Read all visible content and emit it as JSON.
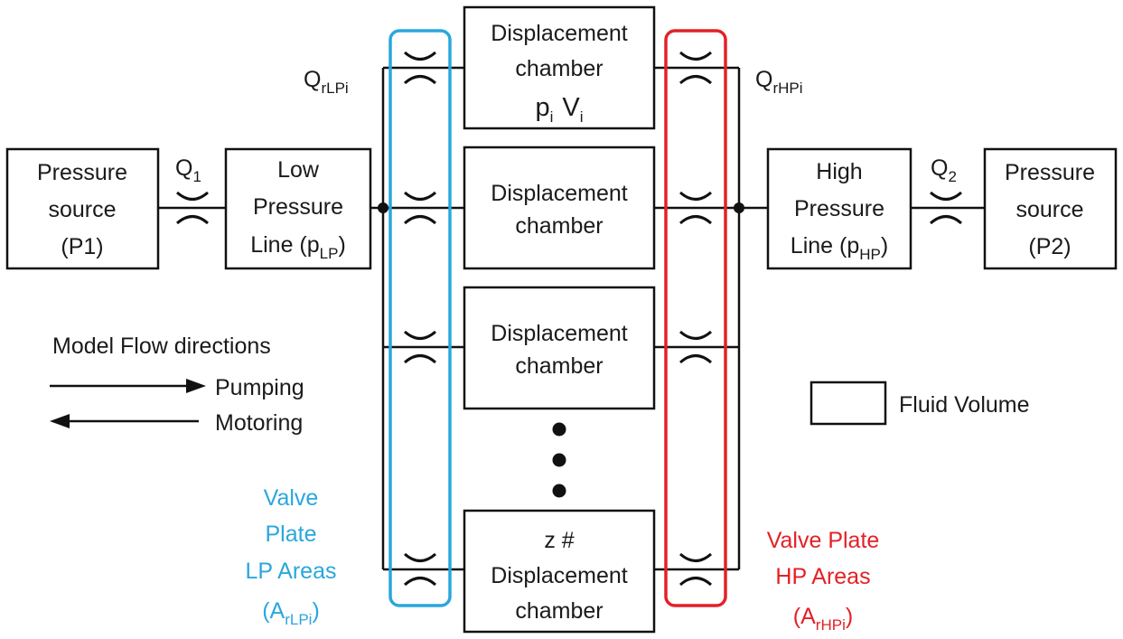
{
  "colors": {
    "lp": "#2aa7dd",
    "hp": "#e32127",
    "ink": "#111111"
  },
  "boxes": {
    "source_left": [
      "Pressure",
      "source",
      "(P1)"
    ],
    "lp_line": {
      "l1": "Low",
      "l2": "Pressure",
      "l3": "Line (p",
      "sub": "LP",
      "close": ")"
    },
    "chamber_top": {
      "l1": "Displacement",
      "l2": "chamber",
      "p": "p",
      "p_sub": "i",
      "v": "V",
      "v_sub": "i"
    },
    "chamber_2": [
      "Displacement",
      "chamber"
    ],
    "chamber_3": [
      "Displacement",
      "chamber"
    ],
    "chamber_z": [
      "z #",
      "Displacement",
      "chamber"
    ],
    "hp_line": {
      "l1": "High",
      "l2": "Pressure",
      "l3": "Line (p",
      "sub": "HP",
      "close": ")"
    },
    "source_right": [
      "Pressure",
      "source",
      "(P2)"
    ],
    "legend_box_label": "Fluid Volume"
  },
  "flows": {
    "q1": {
      "main": "Q",
      "sub": "1"
    },
    "q2": {
      "main": "Q",
      "sub": "2"
    },
    "qrlpi": {
      "main": "Q",
      "sub": "rLPi"
    },
    "qrhpi": {
      "main": "Q",
      "sub": "rHPi"
    }
  },
  "legend": {
    "title": "Model Flow directions",
    "pumping": "Pumping",
    "motoring": "Motoring"
  },
  "lp_areas": {
    "l1": "Valve",
    "l2": "Plate",
    "l3": "LP Areas",
    "l4": "(A",
    "sub": "rLPi",
    "close": ")"
  },
  "hp_areas": {
    "l1": "Valve Plate",
    "l2": "HP Areas",
    "l3": "(A",
    "sub": "rHPi",
    "close": ")"
  }
}
